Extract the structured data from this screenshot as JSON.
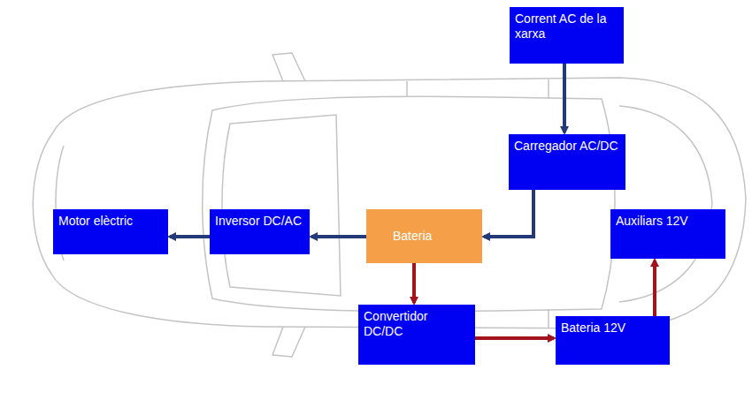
{
  "diagram": {
    "nodes": [
      {
        "text": [
          "Corrent AC de la xarxa"
        ]
      },
      {
        "text": [
          "Carregador AC/DC"
        ]
      },
      {
        "text": [
          "Motor elèctric"
        ]
      },
      {
        "text": [
          "Inversor DC/AC"
        ]
      },
      {
        "text": [
          "Bateria"
        ]
      },
      {
        "text": [
          "Auxiliars 12V"
        ]
      },
      {
        "text": [
          "Convertidor DC/DC"
        ]
      },
      {
        "text": [
          "Bateria 12V"
        ]
      }
    ],
    "edges": [
      {
        "from": 0,
        "to": 1,
        "arrow": "to"
      },
      {
        "from": 1,
        "to": 4,
        "arrow": "to"
      },
      {
        "from": 4,
        "to": 3,
        "arrow": "to"
      },
      {
        "from": 3,
        "to": 2,
        "arrow": "to"
      },
      {
        "from": 4,
        "to": 6,
        "arrow": "to"
      },
      {
        "from": 6,
        "to": 7,
        "arrow": "to"
      },
      {
        "from": 7,
        "to": 5,
        "arrow": "to"
      }
    ]
  }
}
